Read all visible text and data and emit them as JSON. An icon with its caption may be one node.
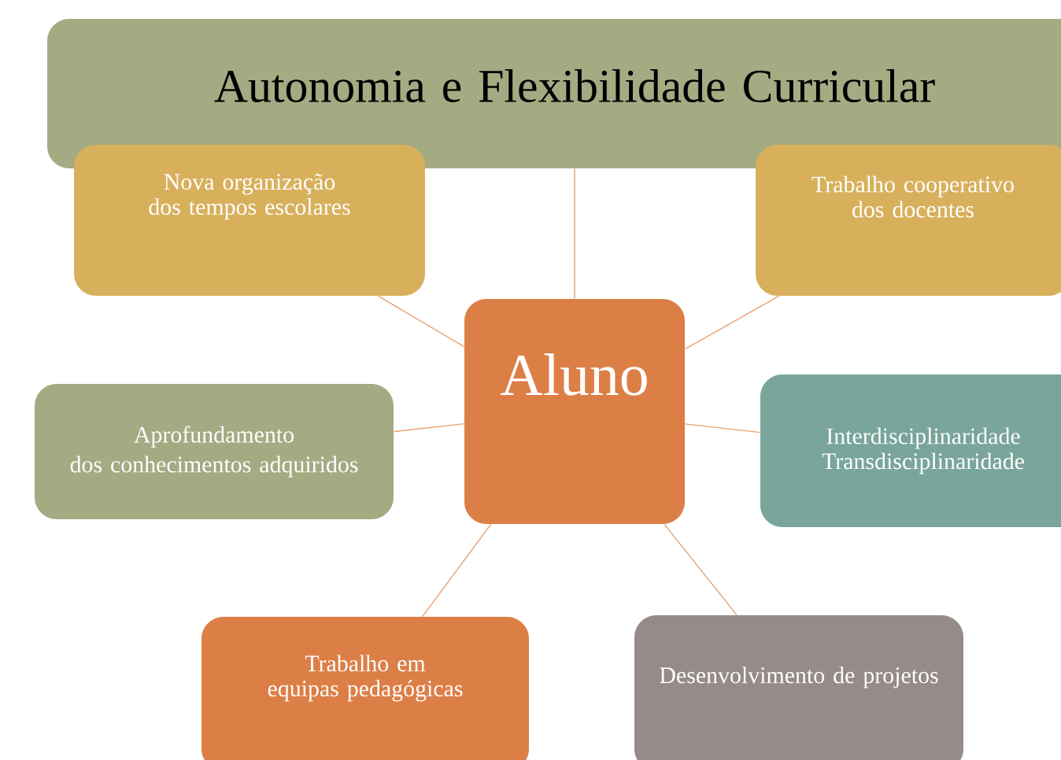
{
  "diagram": {
    "nodes": [
      {
        "text": [
          "Autonomia e Flexibilidade  Curricular"
        ]
      },
      {
        "text": [
          "Aluno"
        ]
      },
      {
        "text": [
          "Nova organização dos tempos escolares"
        ]
      },
      {
        "text": [
          "Trabalho cooperativo dos docentes"
        ]
      },
      {
        "text": [
          "Aprofundamento",
          "dos conhecimentos adquiridos"
        ]
      },
      {
        "text": [
          "Interdisciplinaridade",
          "Transdisciplinaridade"
        ]
      },
      {
        "text": [
          "Trabalho em equipas pedagógicas"
        ]
      },
      {
        "text": [
          "Desenvolvimento de projetos"
        ]
      }
    ],
    "edges": [
      {
        "from": 1,
        "to": 0,
        "arrow": "none"
      },
      {
        "from": 1,
        "to": 2,
        "arrow": "none"
      },
      {
        "from": 1,
        "to": 3,
        "arrow": "none"
      },
      {
        "from": 1,
        "to": 4,
        "arrow": "none"
      },
      {
        "from": 1,
        "to": 5,
        "arrow": "none"
      },
      {
        "from": 1,
        "to": 6,
        "arrow": "none"
      },
      {
        "from": 1,
        "to": 7,
        "arrow": "none"
      }
    ]
  }
}
